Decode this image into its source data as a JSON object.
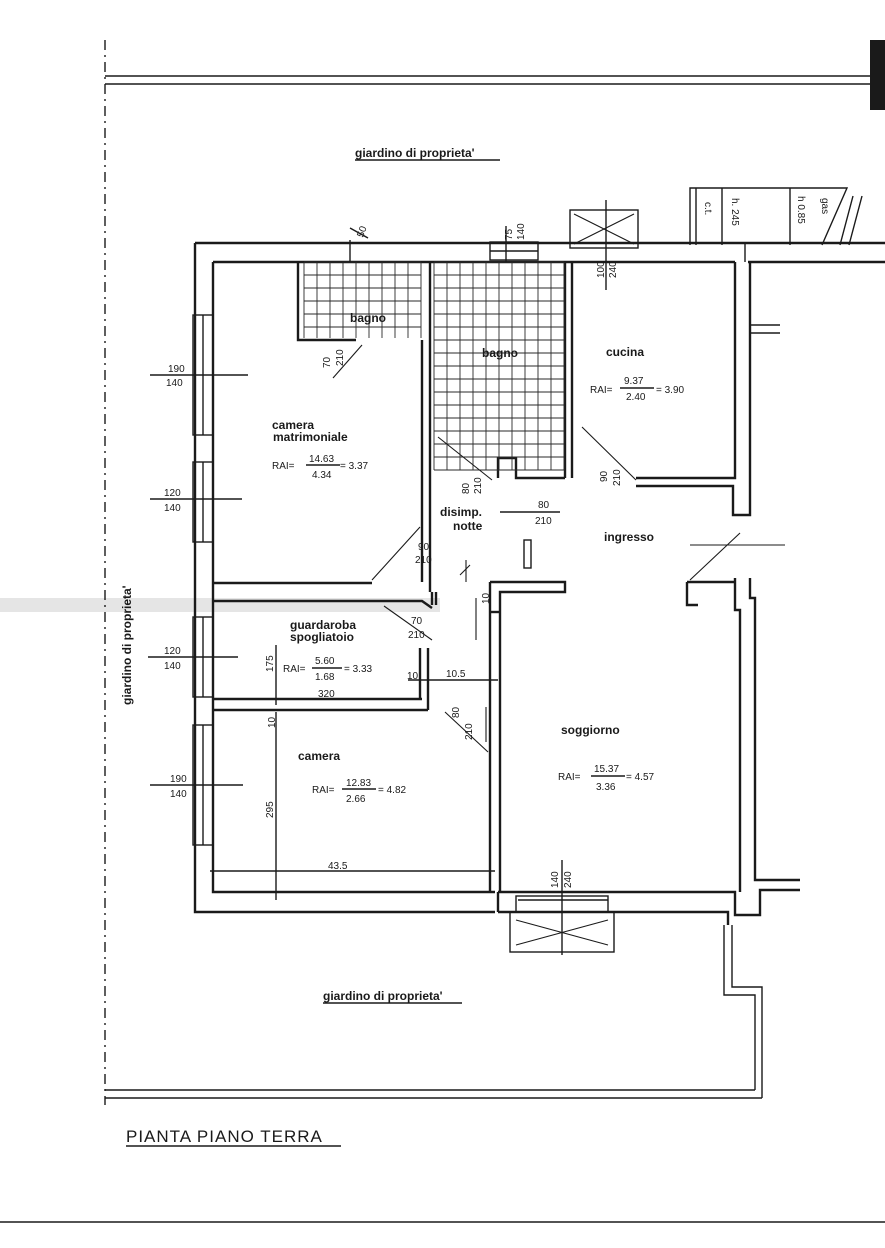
{
  "plan": {
    "title": "PIANTA PIANO TERRA",
    "garden_top": "giardino di proprieta'",
    "garden_bottom": "giardino di proprieta'",
    "garden_left": "giardino di proprieta'"
  },
  "rooms": {
    "bagno_small": "bagno",
    "bagno_large": "bagno",
    "cucina": "cucina",
    "camera_matrimoniale_1": "camera",
    "camera_matrimoniale_2": "matrimoniale",
    "disimp_1": "disimp.",
    "disimp_2": "notte",
    "ingresso": "ingresso",
    "guardaroba_1": "guardaroba",
    "guardaroba_2": "spogliatoio",
    "soggiorno": "soggiorno",
    "camera": "camera"
  },
  "rai": {
    "prefix": "RAI=",
    "matrimoniale": {
      "num": "14.63",
      "den": "4.34",
      "res": "= 3.37"
    },
    "cucina": {
      "num": "9.37",
      "den": "2.40",
      "res": "= 3.90"
    },
    "guardaroba": {
      "num": "5.60",
      "den": "1.68",
      "res": "= 3.33"
    },
    "camera": {
      "num": "12.83",
      "den": "2.66",
      "res": "= 4.82"
    },
    "soggiorno": {
      "num": "15.37",
      "den": "3.36",
      "res": "= 4.57"
    }
  },
  "dims": {
    "win1_a": "190",
    "win1_b": "140",
    "win2_a": "120",
    "win2_b": "140",
    "win3_a": "120",
    "win3_b": "140",
    "win4_a": "190",
    "win4_b": "140",
    "bagno_top": "50",
    "bagno_door_a": "70",
    "bagno_door_b": "210",
    "bagno2_top_a": "75",
    "bagno2_top_b": "140",
    "bagno2_door_a": "80",
    "bagno2_door_b": "210",
    "cucina_top_a": "100",
    "cucina_top_b": "240",
    "cucina_door_a": "90",
    "cucina_door_b": "210",
    "ingresso_door_a": "80",
    "ingresso_door_b": "210",
    "matrim_door_a": "90",
    "matrim_door_b": "210",
    "guard_door_a": "70",
    "guard_door_b": "210",
    "guard_h": "175",
    "wall_10a": "10",
    "wall_105": "10.5",
    "wall_320": "320",
    "wall_10b": "10",
    "camera_door_a": "80",
    "camera_door_b": "210",
    "camera_h": "295",
    "camera_w": "43.5",
    "sogg_win_a": "140",
    "sogg_win_b": "240",
    "sogg_door_10": "10"
  },
  "annotations": {
    "ct": "c.t.",
    "h245": "h. 245",
    "gas": "gas",
    "h085": "h 0.85"
  }
}
